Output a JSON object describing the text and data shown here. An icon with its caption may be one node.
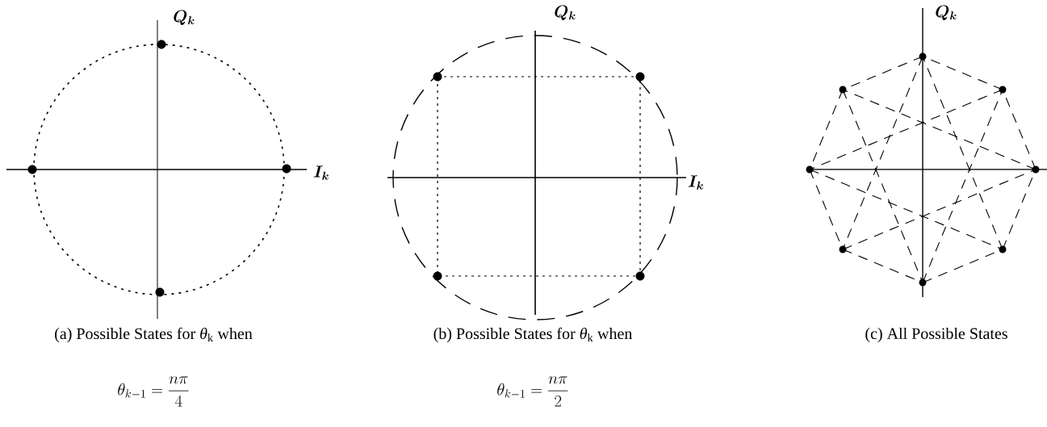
{
  "diagram": {
    "labels": [
      "Q_k",
      "I_k",
      "Q_k",
      "I_k",
      "Q_k",
      "(a) Possible States for *θ*$_{k}$ when",
      "\\theta_{k-1}=\\frac{n\\pi}{4}",
      "(b) Possible States for *θ*$_{k}$ when",
      "\\theta_{k-1}=\\frac{n\\pi}{2}",
      "(c) All Possible States"
    ]
  }
}
